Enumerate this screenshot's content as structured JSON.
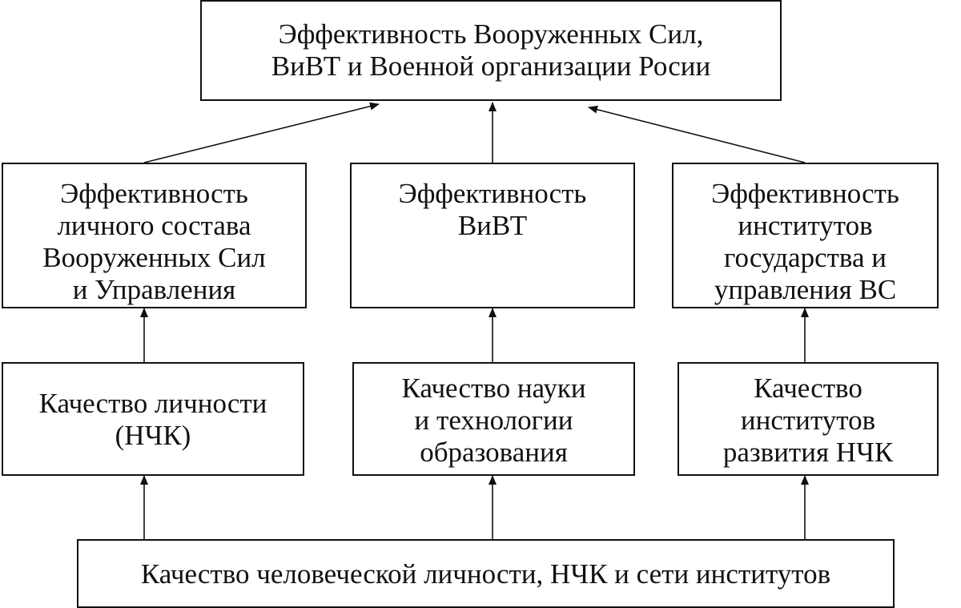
{
  "diagram": {
    "top": {
      "lines": [
        "Эффективность Вооруженных Сил,",
        "ВиВТ и Военной организации Росии"
      ]
    },
    "middle": [
      {
        "lines": [
          "Эффективность",
          "личного состава",
          "Вооруженных Сил",
          "и Управления"
        ]
      },
      {
        "lines": [
          "Эффективность",
          "ВиВТ"
        ]
      },
      {
        "lines": [
          "Эффективность",
          "институтов",
          "государства и",
          "управления ВС"
        ]
      }
    ],
    "lower": [
      {
        "lines": [
          "Качество личности",
          "(НЧК)"
        ]
      },
      {
        "lines": [
          "Качество науки",
          "и технологии",
          "образования"
        ]
      },
      {
        "lines": [
          "Качество",
          "институтов",
          "развития НЧК"
        ]
      }
    ],
    "bottom": {
      "lines": [
        "Качество человеческой личности, НЧК и сети институтов"
      ]
    }
  }
}
